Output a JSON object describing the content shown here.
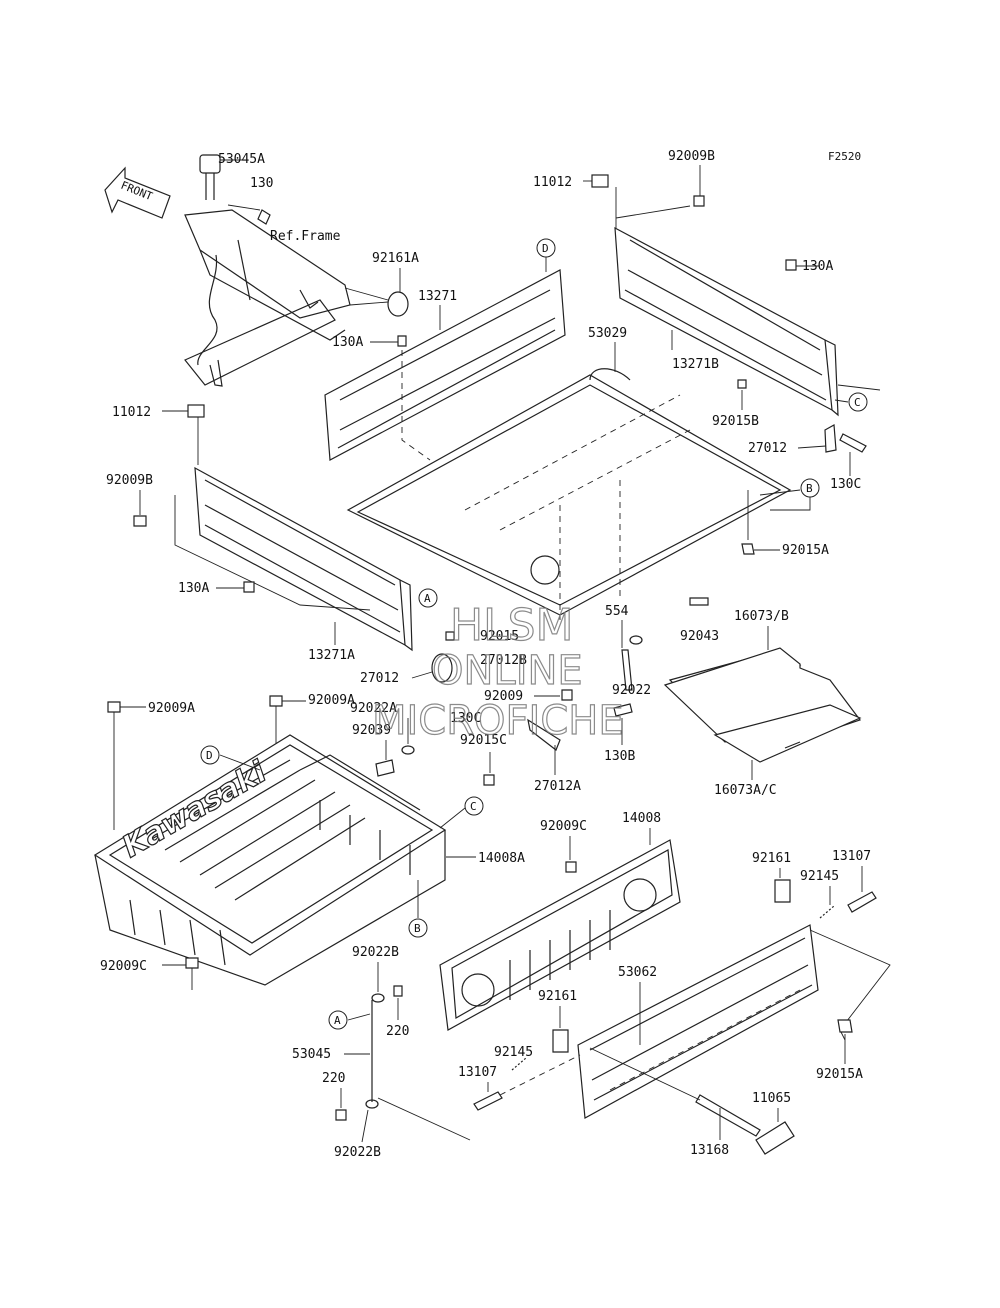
{
  "figure_code": "F2520",
  "direction_arrow": "FRONT",
  "ref_frame": "Ref.Frame",
  "watermark": {
    "line1": "HLSM",
    "line2": "ONLINE",
    "line3": "MICROFICHE"
  },
  "brand": "Kawasaki",
  "callouts": {
    "a": "A",
    "b": "B",
    "c": "C",
    "d": "D"
  },
  "labels": {
    "p53045A": "53045A",
    "p130_top": "130",
    "p92161A": "92161A",
    "p13271": "13271",
    "p130A_mid": "130A",
    "p11012_top": "11012",
    "p92009B_top": "92009B",
    "p130A_right": "130A",
    "p53029": "53029",
    "p13271B": "13271B",
    "p92015B": "92015B",
    "p27012_right": "27012",
    "p130C": "130C",
    "p92015A_right": "92015A",
    "p11012_left": "11012",
    "p92009B_left": "92009B",
    "p130A_left": "130A",
    "p13271A": "13271A",
    "p92015_mid": "92015",
    "p27012B": "27012B",
    "p27012_mid": "27012",
    "p554": "554",
    "p92043": "92043",
    "p16073B": "16073/B",
    "p92022": "92022",
    "p92009_mid": "92009",
    "p92009A_left": "92009A",
    "p92009A_mid": "92009A",
    "p92022A": "92022A",
    "p92039": "92039",
    "p130C_mid": "130C",
    "p92015C": "92015C",
    "p130B": "130B",
    "p27012A": "27012A",
    "p16073AC": "16073A/C",
    "p14008A": "14008A",
    "p92009C_mid": "92009C",
    "p14008": "14008",
    "p92161_right": "92161",
    "p13107_right": "13107",
    "p92145_right": "92145",
    "p92009C_left": "92009C",
    "p92022B_top": "92022B",
    "p220_top": "220",
    "p53045": "53045",
    "p220_bottom": "220",
    "p92022B_bottom": "92022B",
    "p53062": "53062",
    "p92161_mid": "92161",
    "p92145_mid": "92145",
    "p13107_mid": "13107",
    "p11065": "11065",
    "p13168": "13168",
    "p92015A_bottom": "92015A"
  }
}
